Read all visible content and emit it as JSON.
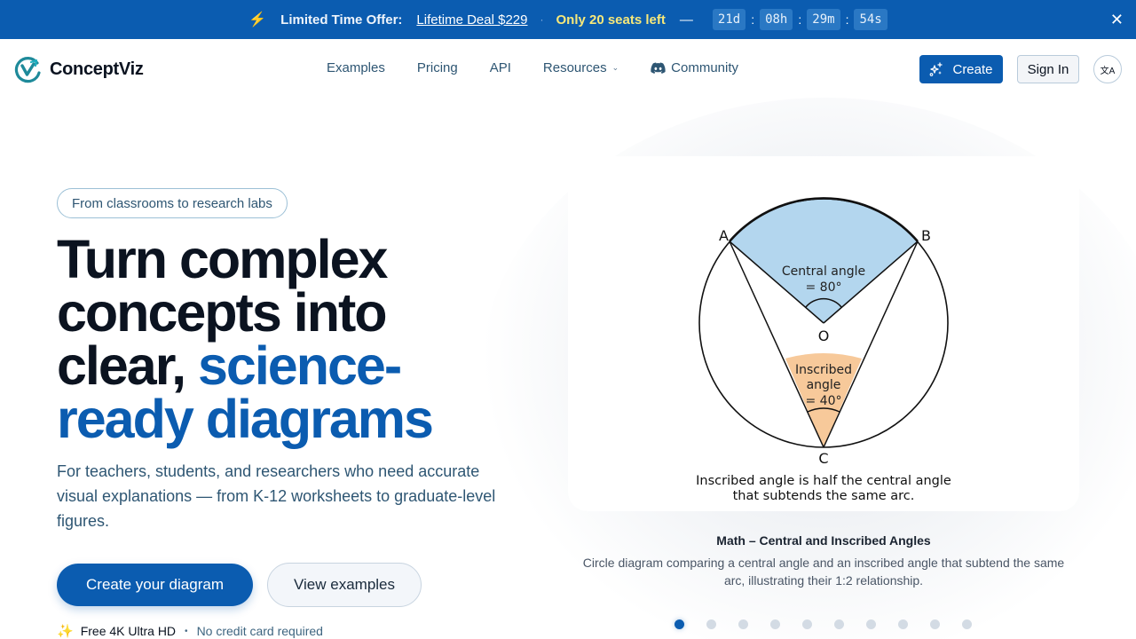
{
  "promo": {
    "icon": "lightning-icon",
    "label": "Limited Time Offer:",
    "deal_link": "Lifetime Deal $229",
    "separator": "·",
    "seats": "Only 20 seats left",
    "dash": "—",
    "countdown": {
      "days": "21d",
      "hours": "08h",
      "minutes": "29m",
      "seconds": "54s"
    },
    "colon": ":",
    "close_icon": "close-icon",
    "close_glyph": "✕"
  },
  "nav": {
    "brand": "ConceptViz",
    "links": [
      {
        "label": "Examples"
      },
      {
        "label": "Pricing"
      },
      {
        "label": "API"
      },
      {
        "label": "Resources",
        "has_dropdown": true,
        "chevron": "⌄"
      },
      {
        "label": "Community",
        "icon": "discord-icon"
      }
    ],
    "create_label": "Create",
    "signin_label": "Sign In",
    "lang_glyph": "文A"
  },
  "hero": {
    "pill": "From classrooms to research labs",
    "headline_part1": "Turn complex concepts into clear, ",
    "headline_accent": "science-ready diagrams",
    "subtitle": "For teachers, students, and researchers who need accurate visual explanations — from K-12 worksheets to graduate-level figures.",
    "primary_cta": "Create your diagram",
    "secondary_cta": "View examples",
    "perk_icon": "✨",
    "perk1": "Free 4K Ultra HD",
    "perk_sep": "•",
    "perk2": "No credit card required"
  },
  "showcase": {
    "diagram": {
      "label_a": "A",
      "label_b": "B",
      "label_o": "O",
      "label_c": "C",
      "central_line1": "Central angle",
      "central_line2": "= 80°",
      "inscribed_line1": "Inscribed",
      "inscribed_line2": "angle",
      "inscribed_line3": "= 40°",
      "note_line1": "Inscribed angle is half the central angle",
      "note_line2": "that subtends the same arc.",
      "colors": {
        "central_fill": "#b3d6ee",
        "inscribed_fill": "#f7c99a"
      }
    },
    "title": "Math – Central and Inscribed Angles",
    "description": "Circle diagram comparing a central angle and an inscribed angle that subtend the same arc, illustrating their 1:2 relationship.",
    "carousel": {
      "total": 10,
      "active_index": 0
    }
  },
  "colors": {
    "brand": "#0b5cb0",
    "promo_bg": "#0b5cb0",
    "seats_text": "#f7e87a",
    "heading": "#0b1320",
    "body_text": "#2e5673"
  }
}
